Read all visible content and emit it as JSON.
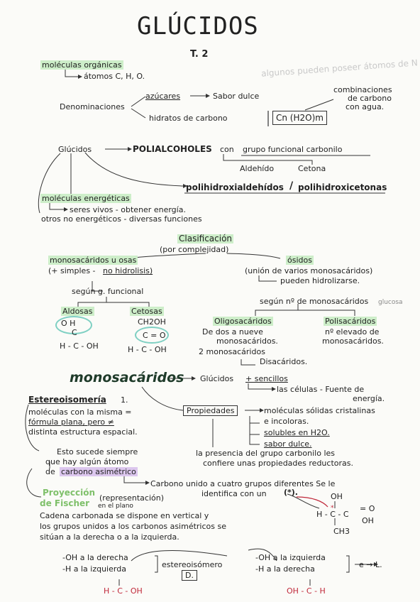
{
  "title": "GLÚCIDOS",
  "topic": "T. 2",
  "faded_note": "algunos pueden poseer átomos de N",
  "s1": {
    "organic": "moléculas orgánicas",
    "atoms": "átomos   C, H, O.",
    "denominaciones": "Denominaciones",
    "azucares": "azúcares",
    "sabor": "Sabor dulce",
    "hidratos": "hidratos de carbono",
    "formula": "Cn (H2O)m",
    "combinaciones": "combinaciones",
    "de_carbono": "de carbono",
    "con_agua": "con agua."
  },
  "s2": {
    "glucidos": "Glúcidos",
    "polialcoholes": "POLIALCOHOLES",
    "con_grupo": "con",
    "grupo": "grupo funcional carbonilo",
    "aldehido": "Aldehído",
    "cetona": "Cetona",
    "poli1": "polihidroxialdehídos",
    "slash": "/",
    "poli2": "polihidroxicetonas",
    "energeticas": "moléculas energéticas",
    "seres": "seres vivos - obtener energía.",
    "otros": "otros no energéticos - diversas funciones"
  },
  "clasif": {
    "title": "Clasificación",
    "sub": "(por complejidad)",
    "mono": "monosacáridos u osas",
    "mono_sub_a": "(+ simples -",
    "mono_sub_b": "no hidrolisis)",
    "segun_g": "según g. funcional",
    "aldosas": "Aldosas",
    "cetosas": "Cetosas",
    "osidos": "ósidos",
    "union": "(unión de varios monosacáridos)",
    "pueden": "pueden hidrolizarse.",
    "segun_n": "según nº de monosacáridos",
    "oligo": "Oligosacáridos",
    "oligo1": "De dos a nueve",
    "oligo2": "monosacáridos.",
    "oligo3": "2 monosacáridos",
    "disac": "Disacáridos.",
    "poli": "Polisacáridos",
    "poli1": "nº elevado de",
    "poli2": "monosacáridos.",
    "watermark": "glucosa"
  },
  "mono": {
    "title": "monosacáridos",
    "glucidos": "Glúcidos",
    "sencillos": "+ sencillos",
    "celulas": "las células - Fuente de",
    "energia": "energía.",
    "estereo": "Estereoisomería",
    "estereo_n": "1.",
    "mol1": "moléculas con la misma =",
    "mol2": "fórmula plana, pero ≠",
    "mol3": "distinta estructura espacial.",
    "esto1": "Esto sucede siempre",
    "esto2": "que hay algún átomo",
    "esto3_a": "de",
    "esto3_b": "carbono asimétrico",
    "propiedades": "Propiedades",
    "p1": "moléculas sólidas cristalinas",
    "p2": "e incoloras.",
    "p3": "solubles en H2O.",
    "p4": "sabor dulce.",
    "presencia1": "la presencia del grupo carbonilo les",
    "presencia2": "confiere unas propiedades reductoras.",
    "carbono1": "Carbono unido a cuatro grupos diferentes Se le",
    "carbono2": "identifica con un",
    "asterisk": "(*)."
  },
  "fischer": {
    "title1": "Proyección",
    "title2": "de Fischer",
    "repr": "(representación)",
    "enplano": "en el plano",
    "l1": "Cadena carbonada se dispone en vertical y",
    "l2": "los grupos unidos a los carbonos asimétricos se",
    "l3": "sitúan a la derecha o a la izquierda.",
    "d1": "-OH a la derecha",
    "d2": "-H a la izquierda",
    "estereo": "estereoisómero",
    "dlabel": "D.",
    "e1": "-OH a la izquierda",
    "e2": "-H a la derecha",
    "arrow": "e → L.",
    "f1": "H - C - OH",
    "f2": "OH - C - H"
  },
  "chem": {
    "ald1": "O     H",
    "ald2": "C",
    "ald3": "H - C - OH",
    "cet1": "CH2OH",
    "cet2": "C = O",
    "cet3": "H - C - OH",
    "oh": "OH",
    "mid": "H - C - C",
    "o": "= O",
    "oh2": "OH",
    "ch3": "CH3",
    "star": "*"
  },
  "colors": {
    "green_hl": "#cdeec9",
    "purple_hl": "#dcc7ee",
    "teal": "#7fd0c3",
    "red": "#c0283a"
  }
}
